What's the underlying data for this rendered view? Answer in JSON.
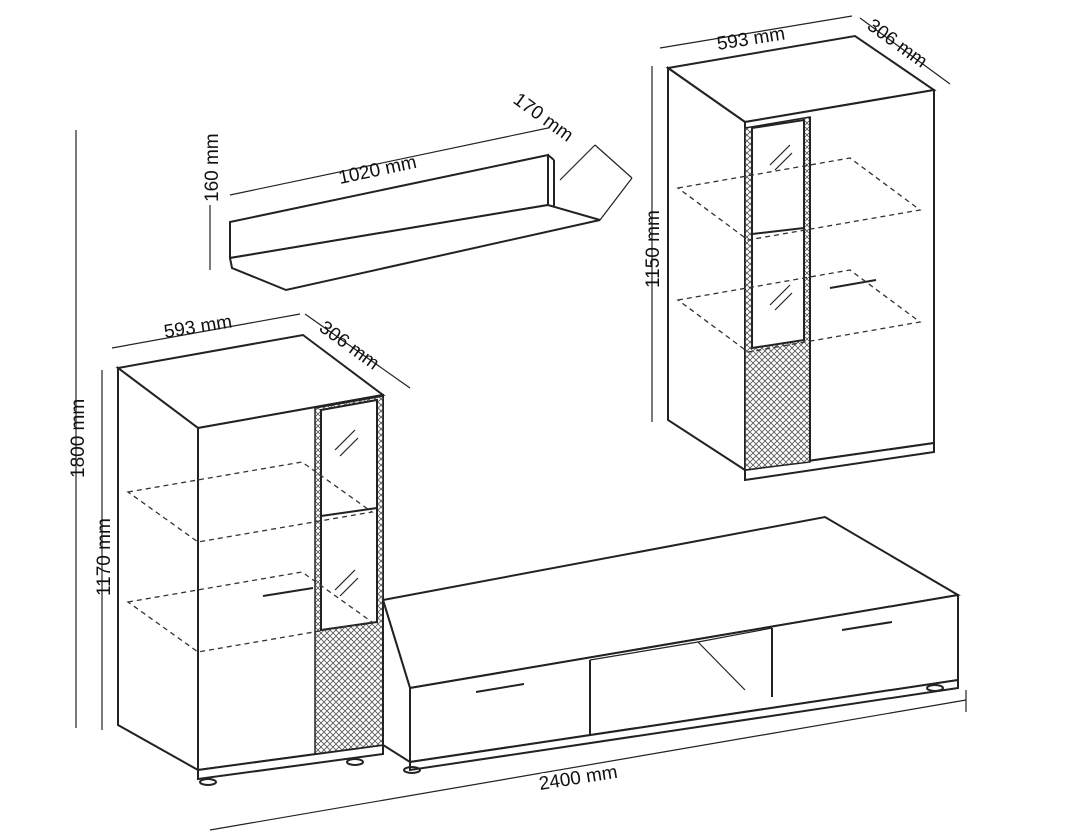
{
  "title": "Living room furniture set dimensions",
  "dimensions": {
    "wall_cabinet_width": "593 mm",
    "wall_cabinet_depth": "306 mm",
    "wall_cabinet_height": "1150 mm",
    "shelf_width": "1020 mm",
    "shelf_depth": "170 mm",
    "shelf_height": "160 mm",
    "tall_cabinet_width": "593 mm",
    "tall_cabinet_depth": "306 mm",
    "total_height": "1800 mm",
    "tall_cabinet_height": "1170 mm",
    "total_width": "2400 mm"
  }
}
